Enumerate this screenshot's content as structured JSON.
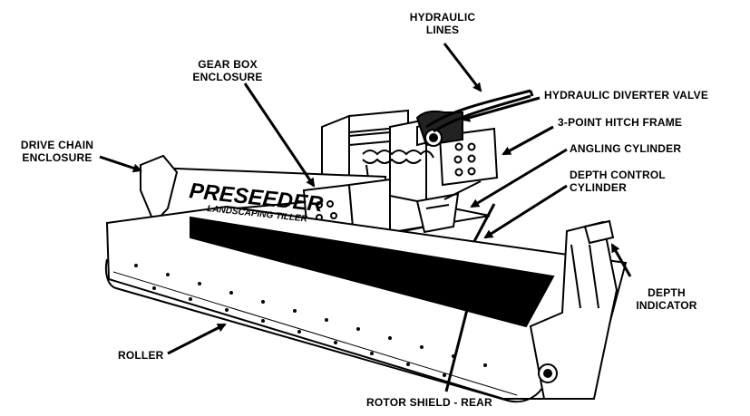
{
  "labels": {
    "hydraulic_lines": [
      "HYDRAULIC",
      "LINES"
    ],
    "gear_box_enclosure": [
      "GEAR BOX",
      "ENCLOSURE"
    ],
    "hydraulic_diverter_valve": "HYDRAULIC DIVERTER VALVE",
    "three_point_hitch_frame": "3-POINT HITCH FRAME",
    "angling_cylinder": "ANGLING CYLINDER",
    "drive_chain_enclosure": [
      "DRIVE CHAIN",
      "ENCLOSURE"
    ],
    "depth_control_cylinder": [
      "DEPTH CONTROL",
      "CYLINDER"
    ],
    "depth_indicator": [
      "DEPTH",
      "INDICATOR"
    ],
    "roller": "ROLLER",
    "rotor_shield_rear": "ROTOR SHIELD - REAR"
  },
  "machine": {
    "brand": "PRESEEDER",
    "subtitle": "LANDSCAPING TILLER"
  }
}
